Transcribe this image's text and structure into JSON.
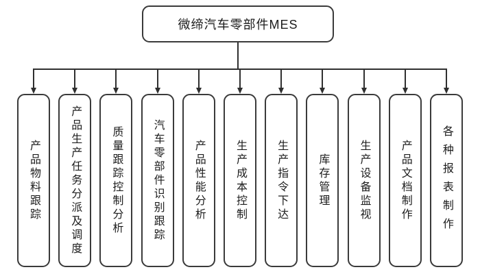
{
  "diagram": {
    "title": "微缔汽车零部件MES",
    "root": {
      "label": "微缔汽车零部件MES"
    },
    "children": [
      {
        "label": "产品物料跟踪"
      },
      {
        "label": "产品生产任务分派及调度"
      },
      {
        "label": "质量跟踪控制分析"
      },
      {
        "label": "汽车零部件识别跟踪"
      },
      {
        "label": "产品性能分析"
      },
      {
        "label": "生产成本控制"
      },
      {
        "label": "生产指令下达"
      },
      {
        "label": "库存管理"
      },
      {
        "label": "生产设备监视"
      },
      {
        "label": "产品文档制作"
      },
      {
        "label": "各种报表制作"
      }
    ],
    "colors": {
      "line": "#2f2f2f",
      "border": "#3a3a3a",
      "text": "#1c1c1c",
      "background": "#ffffff"
    }
  }
}
